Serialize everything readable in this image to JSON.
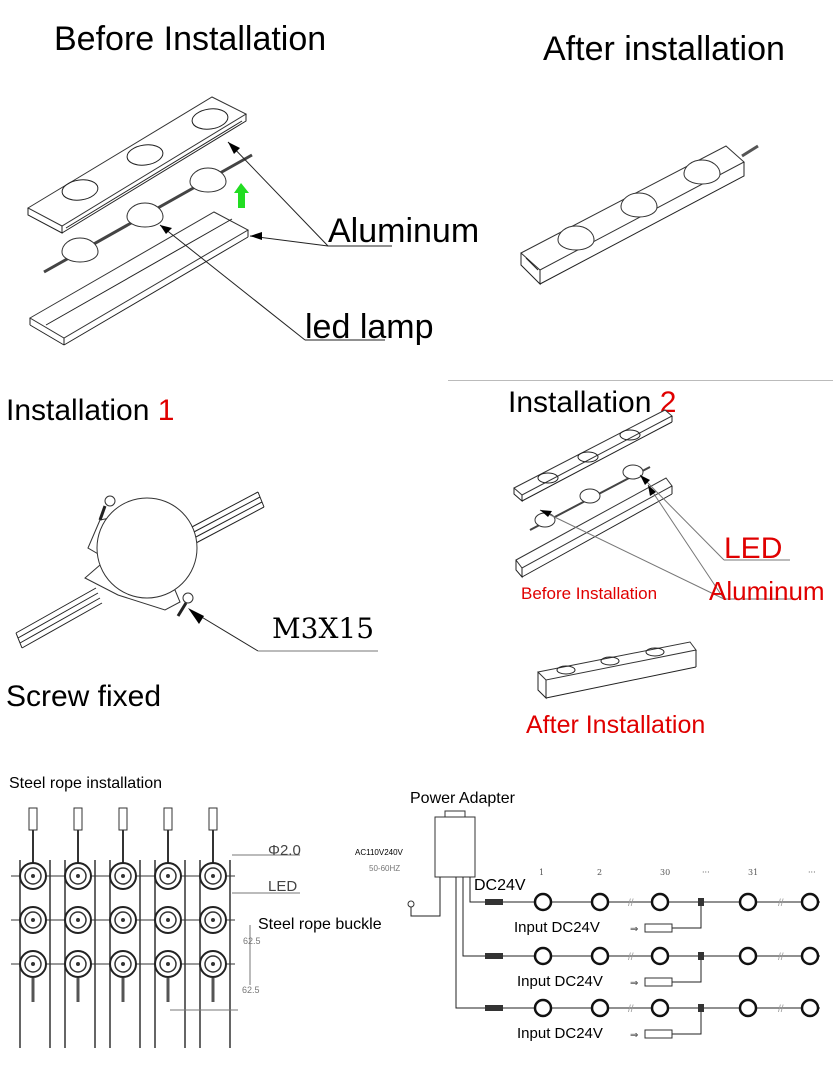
{
  "section_before_after": {
    "title_before": "Before Installation",
    "title_after": "After installation",
    "label_aluminum": "Aluminum",
    "label_led_lamp": "led lamp",
    "arrow_color": "#22dd22"
  },
  "section_install_1": {
    "title_prefix": "Installation ",
    "title_number": "1",
    "screw_label": "M3X15",
    "caption": "Screw fixed"
  },
  "section_install_2": {
    "title_prefix": "Installation ",
    "title_number": "2",
    "label_led": "LED",
    "label_aluminum": "Aluminum",
    "caption_before": "Before Installation",
    "caption_after": "After Installation",
    "accent_color": "#e00000"
  },
  "section_steel_rope": {
    "title": "Steel rope installation",
    "label_diameter": "Φ2.0",
    "label_led": "LED",
    "label_buckle": "Steel rope buckle",
    "dim_vertical": "62.5",
    "dim_horizontal": "62.5",
    "grid_rows": 3,
    "grid_cols": 5
  },
  "section_wiring": {
    "title": "Power Adapter",
    "ac_input": "AC110V240V",
    "frequency": "50-60HZ",
    "dc_output": "DC24V",
    "node_numbers": [
      "1",
      "2",
      "30",
      "···",
      "31",
      "···"
    ],
    "injection_labels": [
      "Input DC24V",
      "Input DC24V",
      "Input DC24V"
    ]
  }
}
